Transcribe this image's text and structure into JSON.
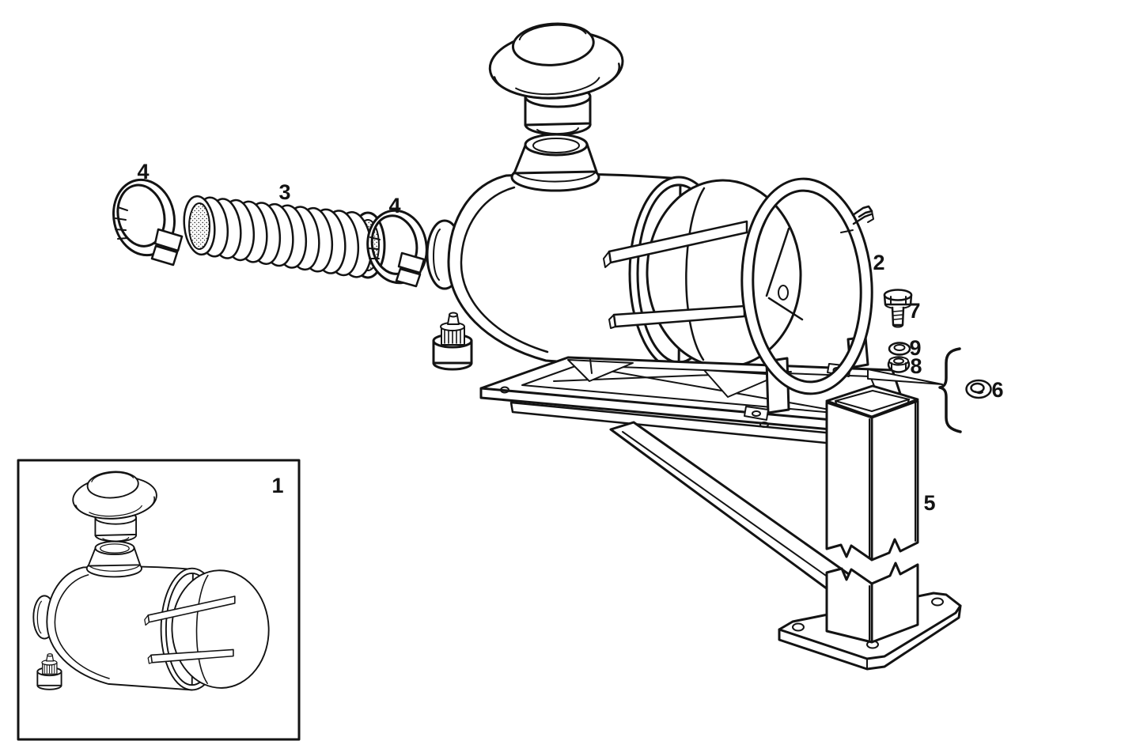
{
  "diagram": {
    "type": "exploded-parts-diagram",
    "ink_color": "#131313",
    "paper_color": "#ffffff"
  },
  "callouts": {
    "c1": "1",
    "c2": "2",
    "c3": "3",
    "c4_left": "4",
    "c4_right": "4",
    "c5": "5",
    "c6": "6",
    "c7": "7",
    "c8": "8",
    "c9": "9"
  },
  "parts": [
    {
      "number": "1",
      "name": "air-cleaner-assembly"
    },
    {
      "number": "2",
      "name": "mounting-band"
    },
    {
      "number": "3",
      "name": "flexible-corrugated-hose"
    },
    {
      "number": "4",
      "name": "hose-clamp"
    },
    {
      "number": "5",
      "name": "support-stand"
    },
    {
      "number": "6",
      "name": "washer"
    },
    {
      "number": "7",
      "name": "bolt"
    },
    {
      "number": "8",
      "name": "nut"
    },
    {
      "number": "9",
      "name": "washer"
    }
  ]
}
